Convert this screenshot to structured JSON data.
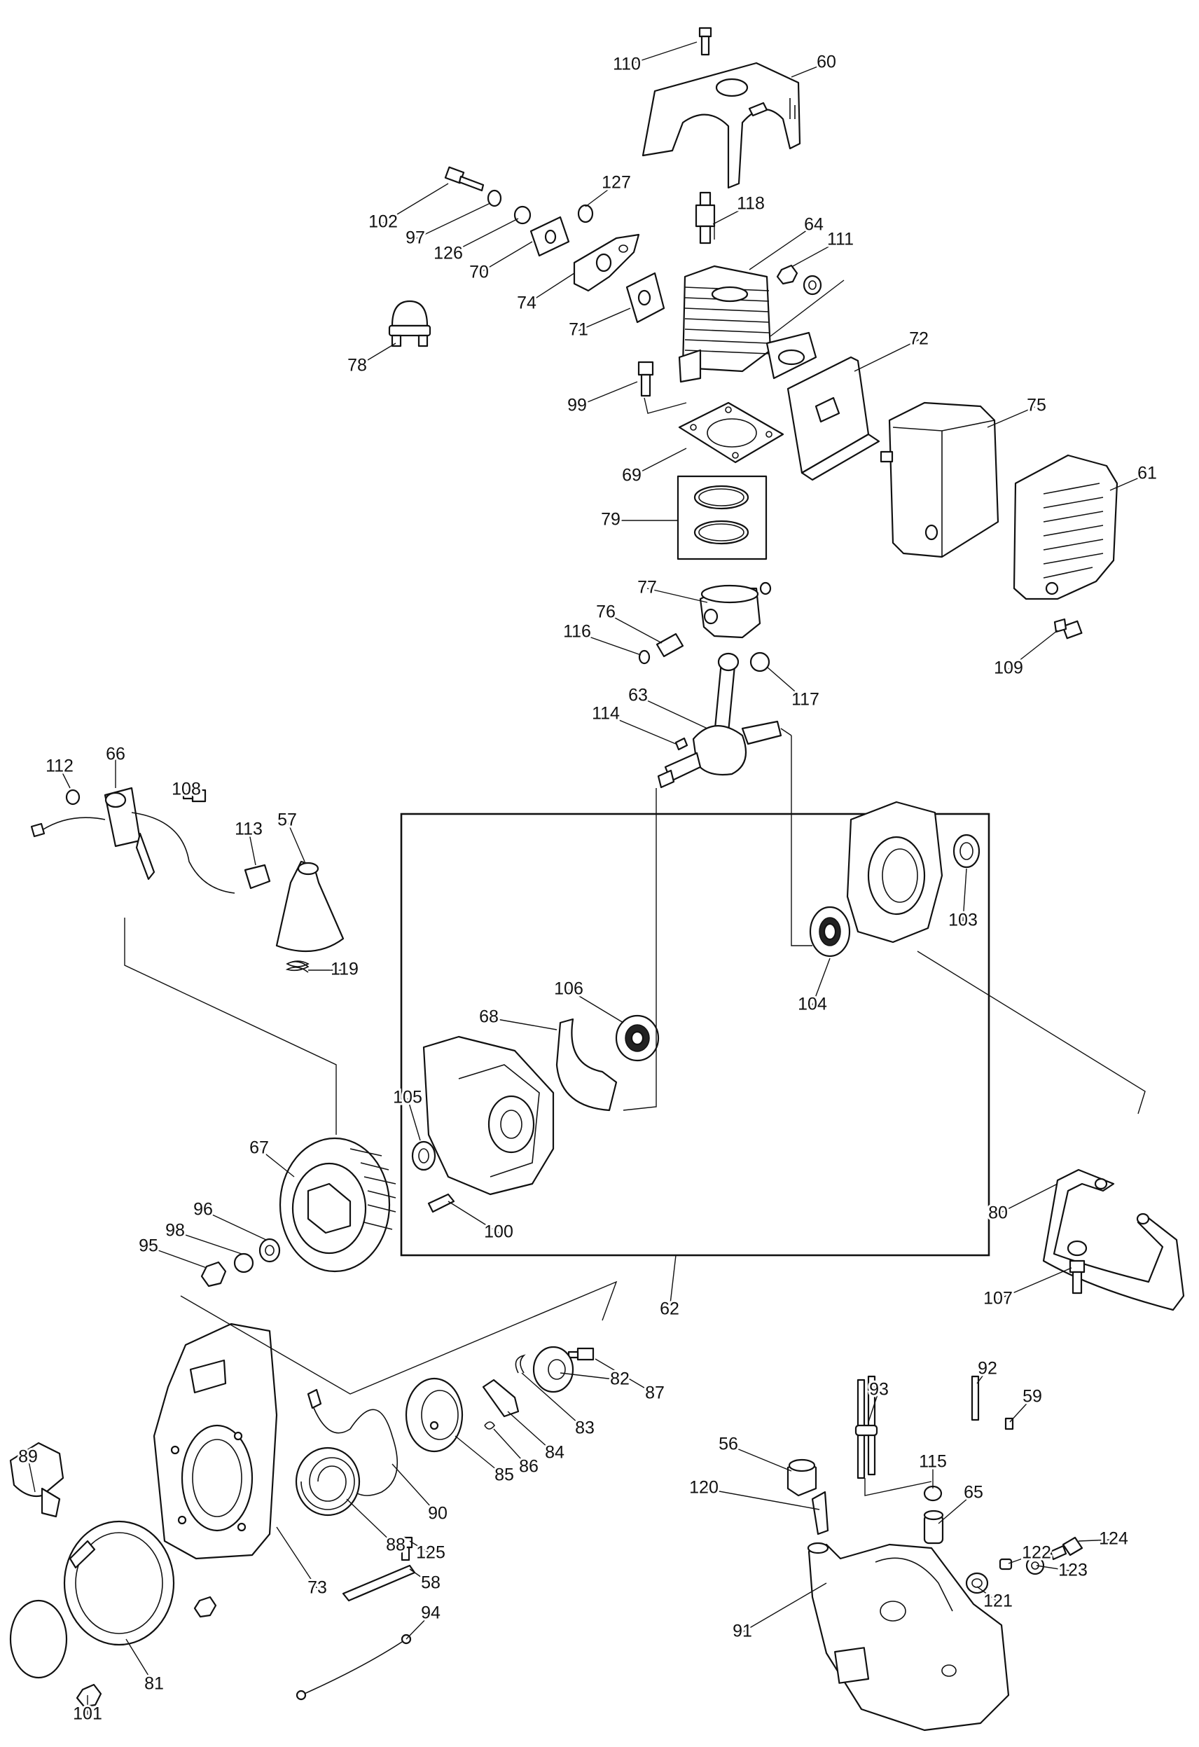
{
  "parts": [
    {
      "id": "p110",
      "label": "110"
    },
    {
      "id": "p60",
      "label": "60"
    },
    {
      "id": "p102",
      "label": "102"
    },
    {
      "id": "p97",
      "label": "97"
    },
    {
      "id": "p126",
      "label": "126"
    },
    {
      "id": "p70",
      "label": "70"
    },
    {
      "id": "p127",
      "label": "127"
    },
    {
      "id": "p74",
      "label": "74"
    },
    {
      "id": "p71",
      "label": "71"
    },
    {
      "id": "p118",
      "label": "118"
    },
    {
      "id": "p64",
      "label": "64"
    },
    {
      "id": "p111",
      "label": "111"
    },
    {
      "id": "p78",
      "label": "78"
    },
    {
      "id": "p99",
      "label": "99"
    },
    {
      "id": "p72",
      "label": "72"
    },
    {
      "id": "p75",
      "label": "75"
    },
    {
      "id": "p69",
      "label": "69"
    },
    {
      "id": "p61",
      "label": "61"
    },
    {
      "id": "p79",
      "label": "79"
    },
    {
      "id": "p77",
      "label": "77"
    },
    {
      "id": "p76",
      "label": "76"
    },
    {
      "id": "p116",
      "label": "116"
    },
    {
      "id": "p109",
      "label": "109"
    },
    {
      "id": "p63",
      "label": "63"
    },
    {
      "id": "p117",
      "label": "117"
    },
    {
      "id": "p114",
      "label": "114"
    },
    {
      "id": "p112",
      "label": "112"
    },
    {
      "id": "p66",
      "label": "66"
    },
    {
      "id": "p108",
      "label": "108"
    },
    {
      "id": "p113",
      "label": "113"
    },
    {
      "id": "p57",
      "label": "57"
    },
    {
      "id": "p119",
      "label": "119"
    },
    {
      "id": "p103",
      "label": "103"
    },
    {
      "id": "p104",
      "label": "104"
    },
    {
      "id": "p106",
      "label": "106"
    },
    {
      "id": "p68",
      "label": "68"
    },
    {
      "id": "p105",
      "label": "105"
    },
    {
      "id": "p67",
      "label": "67"
    },
    {
      "id": "p100",
      "label": "100"
    },
    {
      "id": "p96",
      "label": "96"
    },
    {
      "id": "p98",
      "label": "98"
    },
    {
      "id": "p95",
      "label": "95"
    },
    {
      "id": "p80",
      "label": "80"
    },
    {
      "id": "p107",
      "label": "107"
    },
    {
      "id": "p62",
      "label": "62"
    },
    {
      "id": "p87",
      "label": "87"
    },
    {
      "id": "p82",
      "label": "82"
    },
    {
      "id": "p83",
      "label": "83"
    },
    {
      "id": "p84",
      "label": "84"
    },
    {
      "id": "p86",
      "label": "86"
    },
    {
      "id": "p85",
      "label": "85"
    },
    {
      "id": "p90",
      "label": "90"
    },
    {
      "id": "p88",
      "label": "88"
    },
    {
      "id": "p89",
      "label": "89"
    },
    {
      "id": "p73",
      "label": "73"
    },
    {
      "id": "p81",
      "label": "81"
    },
    {
      "id": "p101",
      "label": "101"
    },
    {
      "id": "p125",
      "label": "125"
    },
    {
      "id": "p58",
      "label": "58"
    },
    {
      "id": "p94",
      "label": "94"
    },
    {
      "id": "p93",
      "label": "93"
    },
    {
      "id": "p92",
      "label": "92"
    },
    {
      "id": "p59",
      "label": "59"
    },
    {
      "id": "p56",
      "label": "56"
    },
    {
      "id": "p115",
      "label": "115"
    },
    {
      "id": "p120",
      "label": "120"
    },
    {
      "id": "p65",
      "label": "65"
    },
    {
      "id": "p124",
      "label": "124"
    },
    {
      "id": "p123",
      "label": "123"
    },
    {
      "id": "p122",
      "label": "122"
    },
    {
      "id": "p121",
      "label": "121"
    },
    {
      "id": "p91",
      "label": "91"
    }
  ]
}
